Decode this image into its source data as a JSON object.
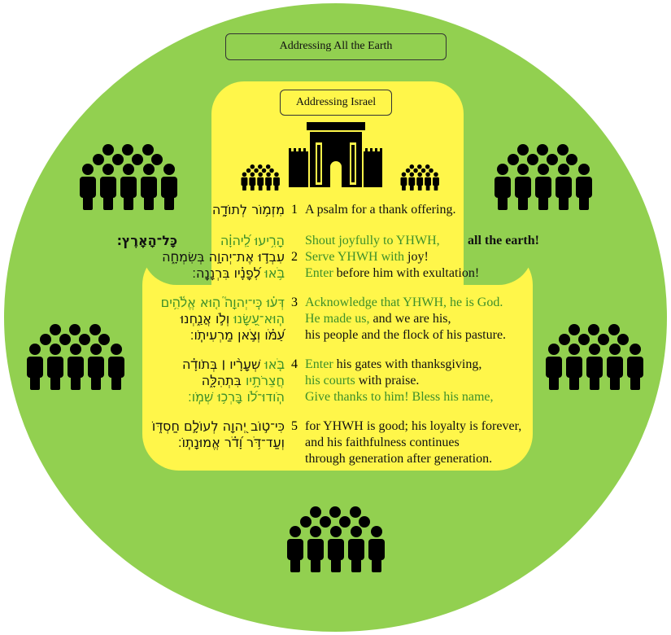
{
  "labels": {
    "earth": "Addressing All the Earth",
    "israel": "Addressing Israel"
  },
  "colors": {
    "outer": "#92d050",
    "inner": "#fff64a",
    "green_text": "#3d8f2a"
  },
  "icons": [
    "temple-icon",
    "crowd-icon"
  ],
  "extras": {
    "heb_all_earth": "כָּל־הָאָֽרֶץ׃",
    "en_all_earth": "all the earth!"
  },
  "lines": [
    {
      "num": "1",
      "heb": [
        {
          "t": "מִזְמ֥וֹר לְתוֹדָ֑ה",
          "c": "k"
        }
      ],
      "en": [
        {
          "t": "A psalm for a thank offering.",
          "c": "k"
        }
      ]
    },
    {
      "num": "",
      "heb": [
        {
          "t": "הָרִ֥יעוּ לַֽ֝יהוָ֗ה",
          "c": "g"
        }
      ],
      "en": [
        {
          "t": "Shout joyfully to YHWH,",
          "c": "g"
        }
      ]
    },
    {
      "num": "2",
      "heb": [
        {
          "t": "עִבְד֣וּ אֶת־יְהוָ֣ה ",
          "c": "k"
        },
        {
          "t": "בְּשִׂמְחָ֑ה",
          "c": "k"
        }
      ],
      "en": [
        {
          "t": "Serve YHWH with ",
          "c": "g"
        },
        {
          "t": "joy!",
          "c": "k"
        }
      ]
    },
    {
      "num": "",
      "heb": [
        {
          "t": "בֹּ֥אוּ ",
          "c": "g"
        },
        {
          "t": "לְ֝פָנָ֗יו בִּרְנָנָֽה׃",
          "c": "k"
        }
      ],
      "en": [
        {
          "t": "Enter ",
          "c": "g"
        },
        {
          "t": "before him with exultation!",
          "c": "k"
        }
      ]
    },
    {
      "num": "3",
      "heb": [
        {
          "t": "דְּע֗וּ כִּֽי־יְהוָה֮ ה֤וּא אֱלֹ֫הִ֥ים",
          "c": "g"
        }
      ],
      "en": [
        {
          "t": "Acknowledge that YHWH, he is God.",
          "c": "g"
        }
      ]
    },
    {
      "num": "",
      "heb": [
        {
          "t": "הֽוּא־עָ֭שָׂנוּ ",
          "c": "g"
        },
        {
          "t": "וְלֹ֣ו אֲנַ֑חְנוּ",
          "c": "k"
        }
      ],
      "en": [
        {
          "t": "He made us, ",
          "c": "g"
        },
        {
          "t": "and we are his,",
          "c": "k"
        }
      ]
    },
    {
      "num": "",
      "heb": [
        {
          "t": "עַ֝מֹּ֗ו וְצֹ֣אן מַרְעִיתֹֽו׃",
          "c": "k"
        }
      ],
      "en": [
        {
          "t": "his people and the flock of his pasture.",
          "c": "k"
        }
      ]
    },
    {
      "num": "4",
      "heb": [
        {
          "t": "בֹּ֤אוּ ",
          "c": "g"
        },
        {
          "t": "שְׁעָרָ֨יו ׀ בְּתֹודָ֗ה",
          "c": "k"
        }
      ],
      "en": [
        {
          "t": "Enter ",
          "c": "g"
        },
        {
          "t": "his gates with thanksgiving,",
          "c": "k"
        }
      ]
    },
    {
      "num": "",
      "heb": [
        {
          "t": "חֲצֵרֹתָ֥יו ",
          "c": "g"
        },
        {
          "t": "בִּתְהִלָּ֑ה",
          "c": "k"
        }
      ],
      "en": [
        {
          "t": "his courts ",
          "c": "g"
        },
        {
          "t": "with praise.",
          "c": "k"
        }
      ]
    },
    {
      "num": "",
      "heb": [
        {
          "t": "הֹֽודוּ־לֹ֝ו בָּרְכ֥וּ שְׁמֹֽו׃",
          "c": "g"
        }
      ],
      "en": [
        {
          "t": "Give thanks to him! Bless his name,",
          "c": "g"
        }
      ]
    },
    {
      "num": "5",
      "heb": [
        {
          "t": "כִּי־ט֣וֹב יְ֭הוָה לְעוֹלָ֣ם חַסְדּ֑וֹ",
          "c": "k"
        }
      ],
      "en": [
        {
          "t": "for YHWH is good; his loyalty is forever,",
          "c": "k"
        }
      ]
    },
    {
      "num": "",
      "heb": [
        {
          "t": "וְעַד־דֹּ֥ר וָ֝דֹ֗ר אֱמוּנָתֽוֹ׃",
          "c": "k"
        }
      ],
      "en": [
        {
          "t": "and his faithfulness continues",
          "c": "k"
        }
      ]
    },
    {
      "num": "",
      "heb": [],
      "en": [
        {
          "t": "through generation after generation.",
          "c": "k"
        }
      ]
    }
  ]
}
